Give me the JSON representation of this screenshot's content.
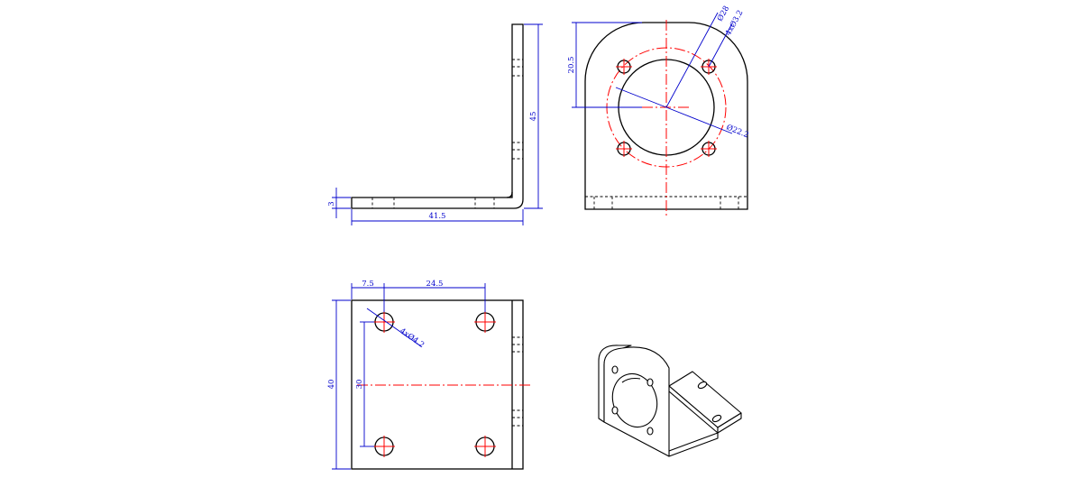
{
  "colors": {
    "outline": "#000000",
    "centerline": "#ff0000",
    "dimension": "#0000cc",
    "background": "#ffffff"
  },
  "side_view": {
    "height_label": "45",
    "thickness_label": "3",
    "length_label": "41.5"
  },
  "front_view": {
    "height_label": "20.5",
    "bore_label": "Ø28",
    "holes_label": "4xØ3.2",
    "pcd_label": "Ø22.2"
  },
  "top_view": {
    "offset_label": "7.5",
    "spacing_x_label": "24.5",
    "holes_label": "4xØ4.2",
    "spacing_y_label": "30",
    "width_label": "40"
  }
}
